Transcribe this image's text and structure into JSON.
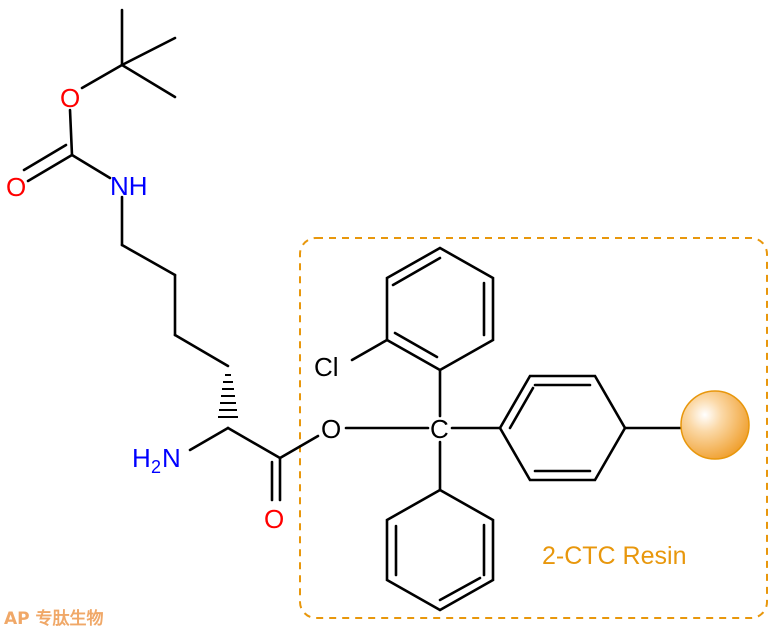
{
  "atoms": {
    "boc_ether_o": "O",
    "boc_carbonyl_o": "O",
    "nh": "NH",
    "amine_h": "H",
    "amine_sub": "2",
    "amine_n": "N",
    "acid_carbonyl_o": "O",
    "ester_o": "O",
    "trityl_c": "C",
    "chlorine": "Cl"
  },
  "resin_label": "2-CTC Resin",
  "watermark": "AP 专肽生物",
  "colors": {
    "oxygen": "#FF0000",
    "nitrogen": "#0000FF",
    "resin": "#E8970C",
    "bond": "#000000"
  }
}
